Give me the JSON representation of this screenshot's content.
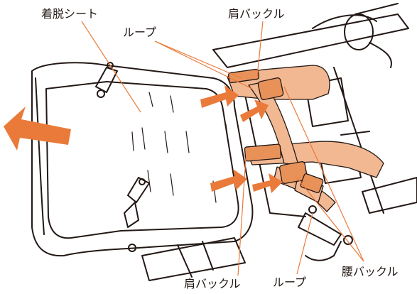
{
  "labels": {
    "seat_sheet": "着脱シート",
    "loop_top": "ループ",
    "shoulder_buckle_top": "肩バックル",
    "shoulder_buckle_bottom": "肩バックル",
    "loop_bottom": "ループ",
    "waist_buckle": "腰バックル"
  },
  "colors": {
    "accent_orange": "#ea7a3a",
    "strap_fill": "#f2b892",
    "outline": "#231815"
  }
}
